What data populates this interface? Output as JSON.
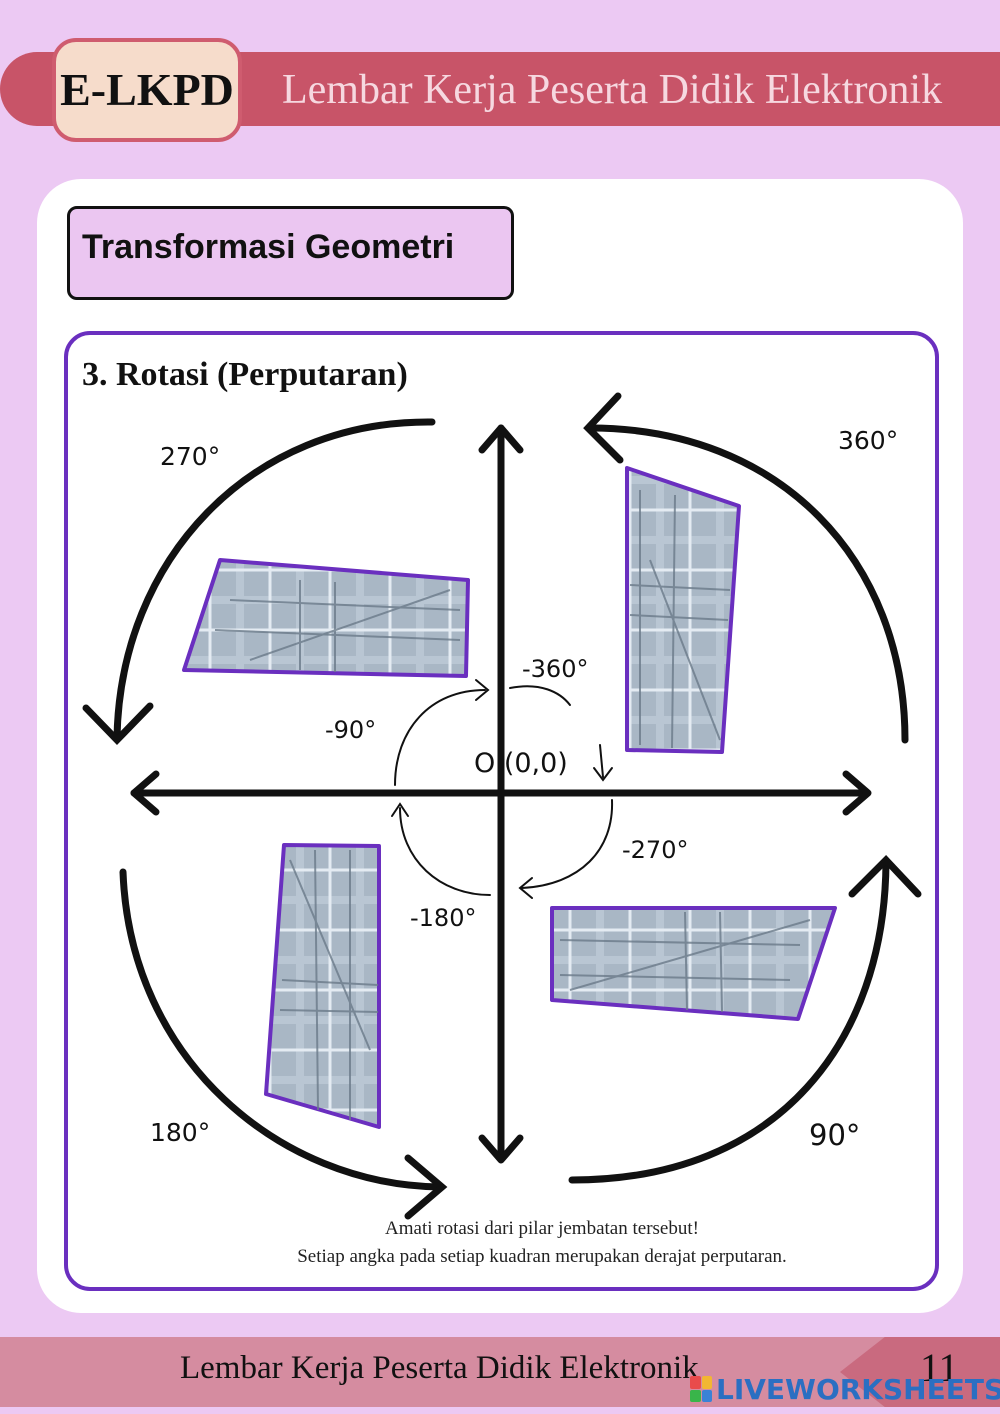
{
  "header": {
    "logo_text": "E-LKPD",
    "title": "Lembar Kerja Peserta Didik Elektronik"
  },
  "topic": {
    "title": "Transformasi Geometri"
  },
  "section": {
    "heading": "3. Rotasi (Perputaran)"
  },
  "diagram": {
    "origin_label": "O (0,0)",
    "outer_angles": {
      "top_left": "270°",
      "top_right": "360°",
      "bottom_left": "180°",
      "bottom_right": "90°"
    },
    "inner_angles": {
      "top_left": "-90°",
      "top_right": "-360°",
      "bottom_left": "-180°",
      "bottom_right": "-270°"
    },
    "image_subject": "bridge-pillar-photo",
    "outline_color": "#6a2fbf"
  },
  "notes": {
    "line1": "Amati rotasi dari pilar jembatan tersebut!",
    "line2": "Setiap angka pada setiap kuadran merupakan derajat perputaran."
  },
  "footer": {
    "title": "Lembar Kerja Peserta Didik Elektronik",
    "page_number": "11"
  },
  "watermark": {
    "text": "LIVEWORKSHEETS",
    "icon_colors": [
      "#e94b4b",
      "#f2b632",
      "#39b54a",
      "#3b82d6"
    ]
  }
}
